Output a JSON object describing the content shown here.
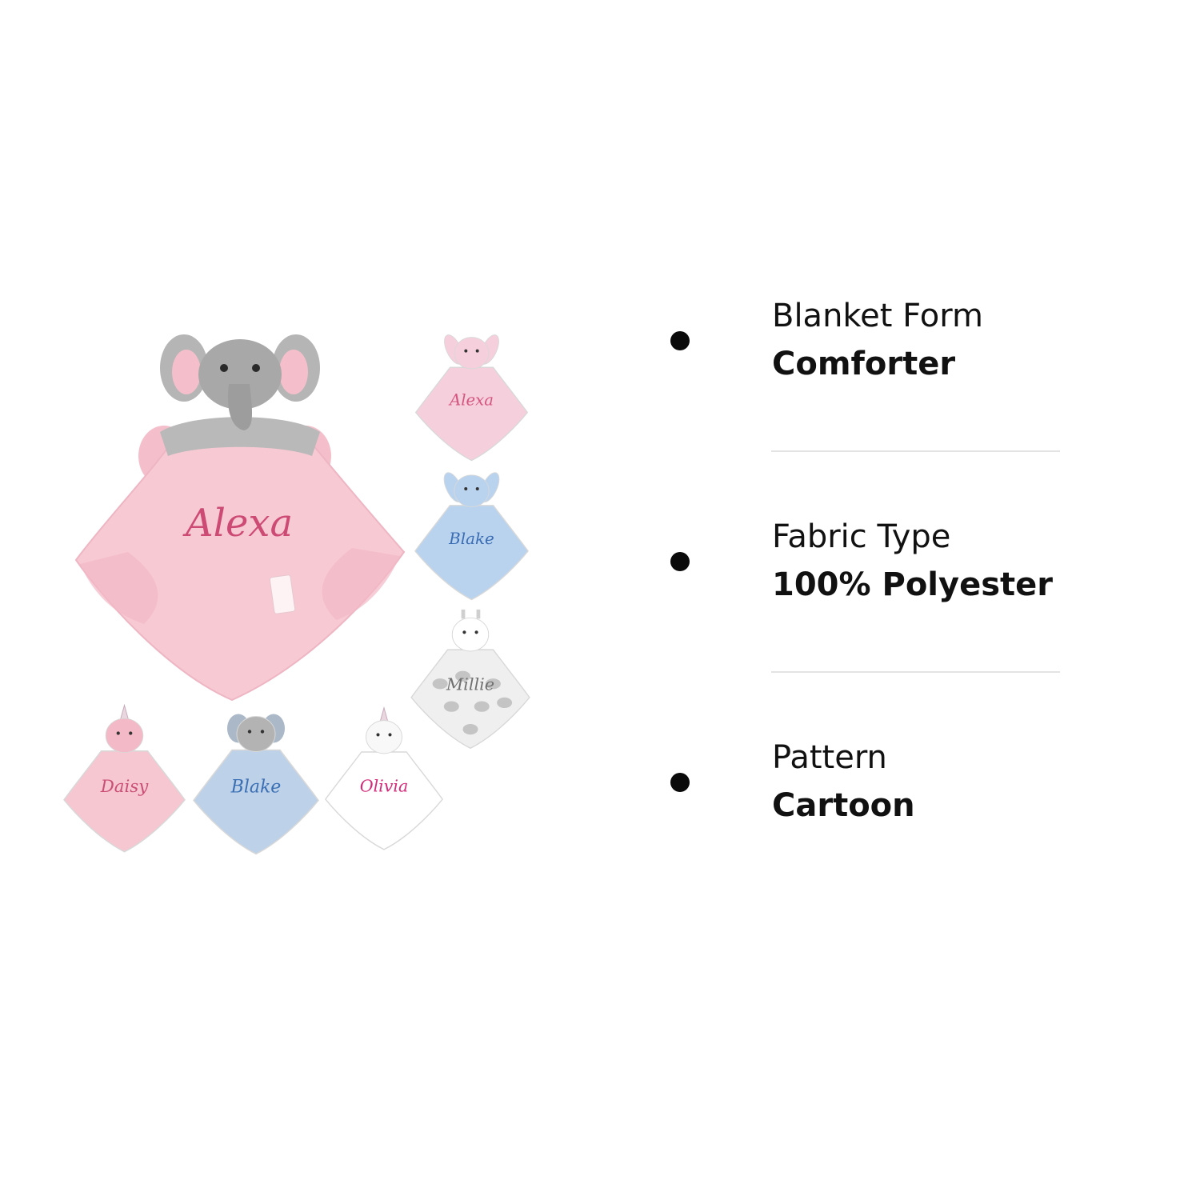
{
  "gallery": {
    "main": {
      "name": "Alexa",
      "animal": "elephant-icon",
      "fabric_color": "#f7c9d3",
      "text_color": "#cc4a74"
    },
    "side": [
      {
        "name": "Alexa",
        "animal": "bunny-icon",
        "fabric_color": "#f6cfdc",
        "text_color": "#d4557f"
      },
      {
        "name": "Blake",
        "animal": "bunny-icon",
        "fabric_color": "#b9d3ef",
        "text_color": "#3a6db3"
      },
      {
        "name": "Millie",
        "animal": "giraffe-icon",
        "fabric_color": "#efefef",
        "text_color": "#707070"
      }
    ],
    "bottom": [
      {
        "name": "Daisy",
        "animal": "unicorn-icon",
        "fabric_color": "#f6c7d1",
        "text_color": "#c94f76"
      },
      {
        "name": "Blake",
        "animal": "elephant-icon",
        "fabric_color": "#bdd1e8",
        "text_color": "#3b6fb4"
      },
      {
        "name": "Olivia",
        "animal": "unicorn-icon",
        "fabric_color": "#ffffff",
        "text_color": "#d42a79"
      }
    ]
  },
  "specs": [
    {
      "label": "Blanket Form",
      "value": "Comforter"
    },
    {
      "label": "Fabric Type",
      "value": "100% Polyester"
    },
    {
      "label": "Pattern",
      "value": "Cartoon"
    }
  ]
}
